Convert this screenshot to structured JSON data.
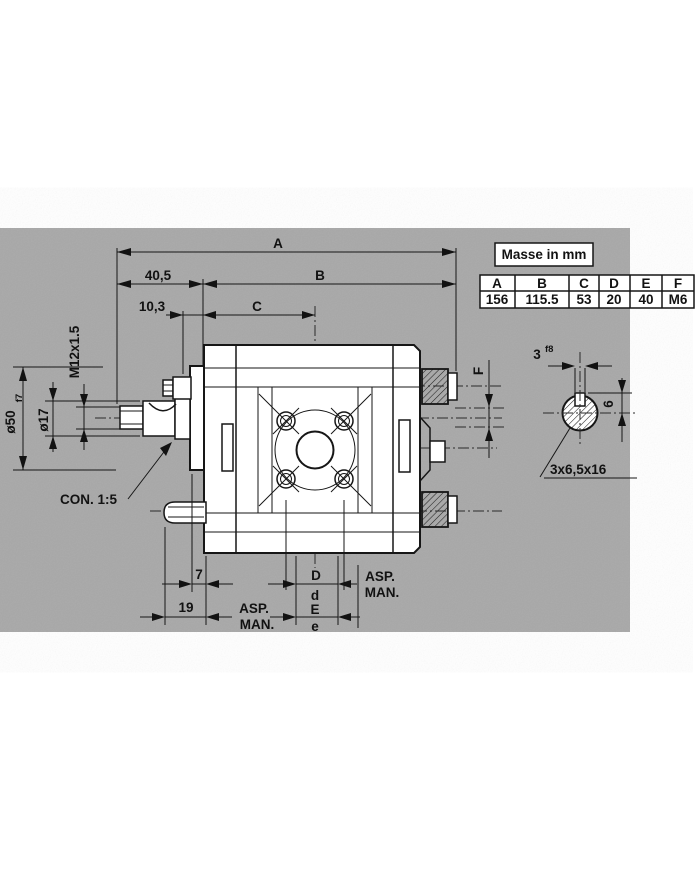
{
  "colors": {
    "panel": "#a8a8a8",
    "line": "#161616",
    "paper": "#ffffff"
  },
  "drawing": {
    "unit_note": "Masse in mm",
    "table": {
      "headers": [
        "A",
        "B",
        "C",
        "D",
        "E",
        "F"
      ],
      "values": [
        "156",
        "115.5",
        "53",
        "20",
        "40",
        "M6"
      ]
    },
    "dims": {
      "A": "A",
      "B": "B",
      "C": "C",
      "len405": "40,5",
      "len103": "10,3",
      "len7": "7",
      "len19": "19",
      "portD": "D",
      "portd": "d",
      "portE": "E",
      "porte": "e",
      "asp": "ASP.",
      "man": "MAN.",
      "F": "F",
      "dia50": "ø50",
      "dia50sup": "f7",
      "dia17": "ø17",
      "thread": "M12x1.5",
      "taper": "CON. 1:5",
      "key_w": "3",
      "key_wsup": "f8",
      "key_h": "6",
      "key_spec": "3x6,5x16"
    }
  }
}
